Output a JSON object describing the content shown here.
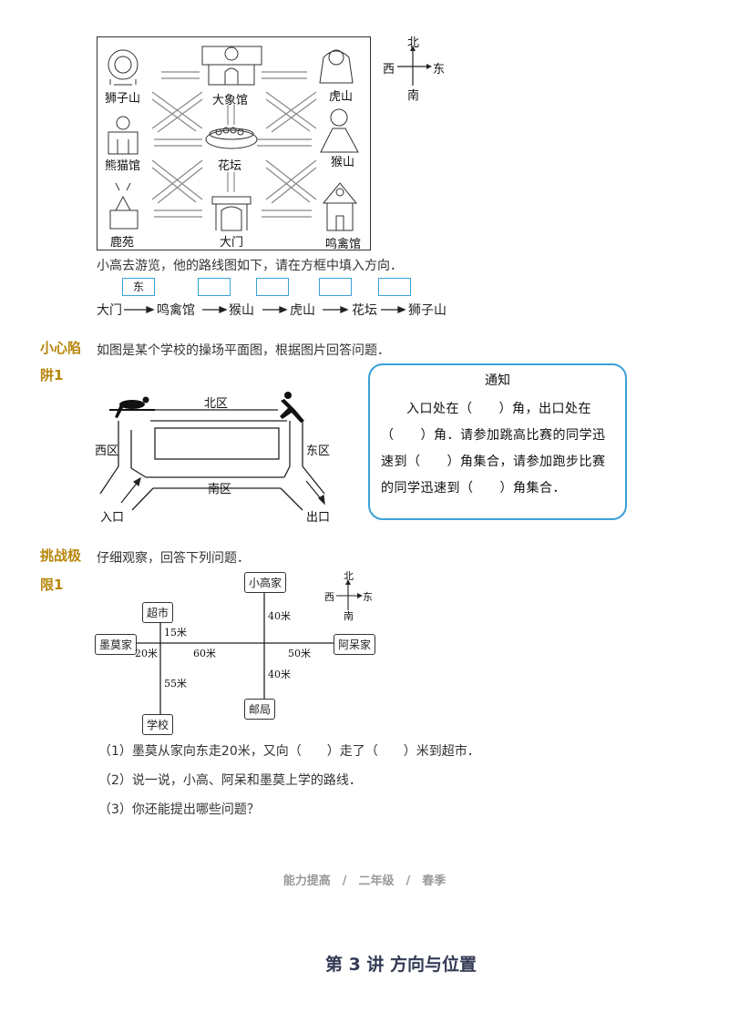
{
  "zoo": {
    "locations": {
      "lion": "狮子山",
      "elephant": "大象馆",
      "tiger": "虎山",
      "panda": "熊猫馆",
      "flower": "花坛",
      "monkey": "猴山",
      "deer": "鹿苑",
      "gate": "大门",
      "bird": "鸣禽馆"
    },
    "compass": {
      "north": "北",
      "south": "南",
      "west": "西",
      "east": "东"
    },
    "instruction": "小高去游览，他的路线图如下，请在方框中填入方向．",
    "route": [
      "大门",
      "鸣禽馆",
      "猴山",
      "虎山",
      "花坛",
      "狮子山"
    ],
    "answers": [
      "东",
      "",
      "",
      "",
      ""
    ]
  },
  "section1": {
    "label_line1": "小心陷",
    "label_line2": "阱1",
    "prompt": "如图是某个学校的操场平面图，根据图片回答问题．",
    "areas": {
      "north": "北区",
      "south": "南区",
      "west": "西区",
      "east": "东区"
    },
    "entrance": "入口",
    "exit": "出口",
    "notice_title": "通知",
    "notice_body": "入口处在（　　）角，出口处在（　　）角．请参加跳高比赛的同学迅速到（　　）角集合，请参加跑步比赛的同学迅速到（　　）角集合．"
  },
  "section2": {
    "label_line1": "挑战极",
    "label_line2": "限1",
    "prompt": "仔细观察，回答下列问题．",
    "places": {
      "xiaogao": "小高家",
      "supermarket": "超市",
      "momo": "墨莫家",
      "adai": "阿呆家",
      "post": "邮局",
      "school": "学校"
    },
    "distances": {
      "d1": "15米",
      "d2": "20米",
      "d3": "60米",
      "d4": "50米",
      "d5": "40米",
      "d6": "40米",
      "d7": "55米"
    },
    "compass": {
      "north": "北",
      "south": "南",
      "west": "西",
      "east": "东"
    },
    "questions": [
      "（1）墨莫从家向东走20米，又向（　　）走了（　　）米到超市．",
      "（2）说一说，小高、阿呆和墨莫上学的路线．",
      "（3）你还能提出哪些问题？"
    ]
  },
  "footer": "能力提高　/　二年级　/　春季",
  "chapter_title": "第 3 讲  方向与位置"
}
